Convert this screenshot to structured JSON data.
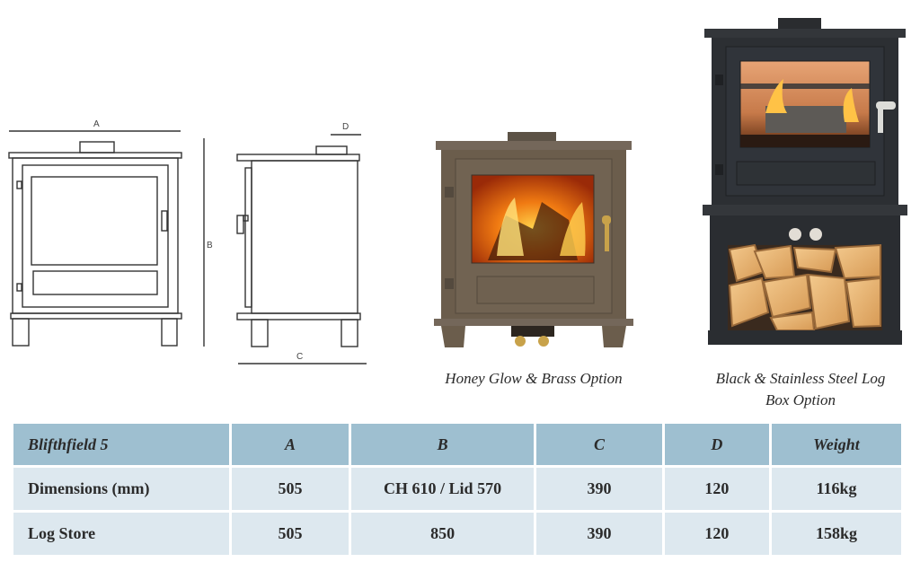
{
  "diagram": {
    "front_view": {
      "dim_width_label": "A",
      "dim_height_label": "B"
    },
    "side_view": {
      "dim_depth_label": "C",
      "dim_flue_label": "D"
    }
  },
  "products": [
    {
      "name": "honey-glow-stove",
      "caption": "Honey Glow & Brass Option",
      "body_color": "#6b5d4c",
      "trim_color": "#c8a24a"
    },
    {
      "name": "black-log-store-stove",
      "caption_line1": "Black & Stainless Steel Log",
      "caption_line2": "Box Option",
      "body_color": "#2c2f33",
      "trim_color": "#d9d9d6"
    }
  ],
  "spec_table": {
    "colors": {
      "header_bg": "#9ebfd0",
      "row_bg": "#dde8ef"
    },
    "headers": [
      "Blifthfield 5",
      "A",
      "B",
      "C",
      "D",
      "Weight"
    ],
    "rows": [
      [
        "Dimensions (mm)",
        "505",
        "CH 610 / Lid 570",
        "390",
        "120",
        "116kg"
      ],
      [
        "Log Store",
        "505",
        "850",
        "390",
        "120",
        "158kg"
      ]
    ]
  }
}
